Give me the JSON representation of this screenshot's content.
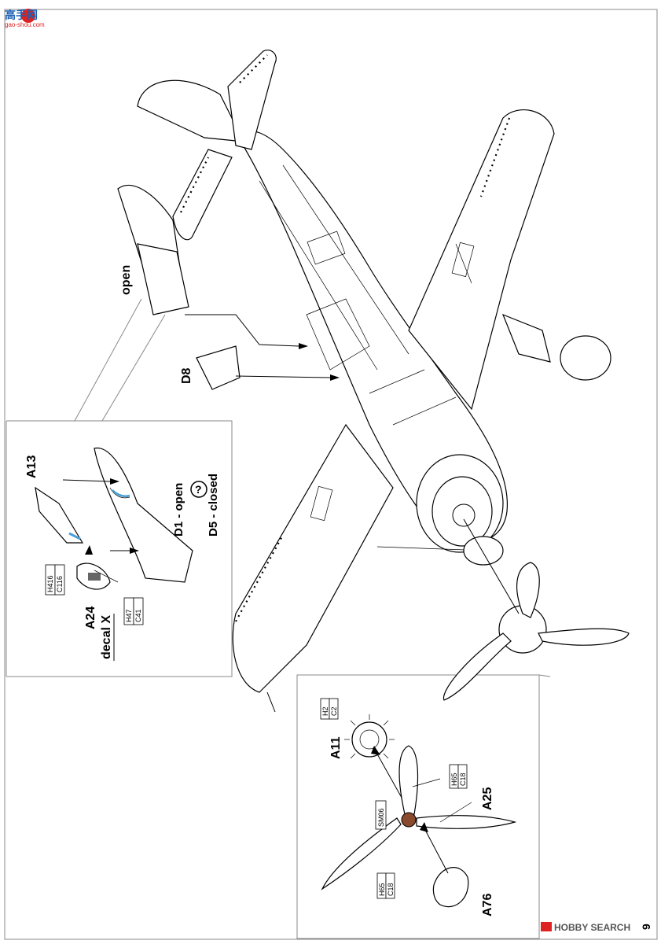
{
  "watermark_top": {
    "brand": "高手网",
    "url": "gao-shou.com"
  },
  "watermark_bottom": {
    "text": "HOBBY SEARCH"
  },
  "page_number": "9",
  "labels": {
    "open": "open",
    "d8": "D8",
    "a13": "A13",
    "d1_open": "D1 - open",
    "step_mark": "?",
    "d5_closed": "D5 - closed",
    "a24": "A24",
    "decal_x": "decal X",
    "a11": "A11",
    "a25": "A25",
    "a76": "A76"
  },
  "paint_codes": {
    "a13": [
      "H416",
      "C116"
    ],
    "a24": [
      "H47",
      "C41"
    ],
    "a11": [
      "H2",
      "C2"
    ],
    "a25": [
      "H65",
      "C18"
    ],
    "hub": [
      "SM06"
    ],
    "blade": [
      "H65",
      "C18"
    ]
  }
}
